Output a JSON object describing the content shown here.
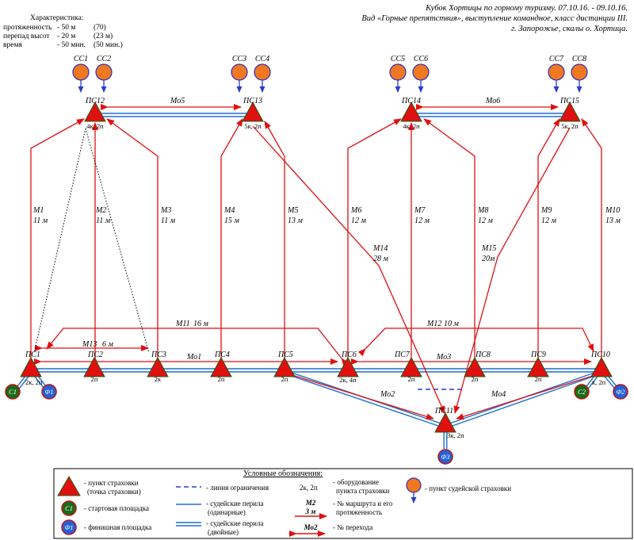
{
  "header": {
    "line1": "Кубок Хортицы по горному туризму. 07.10.16. - 09.10.16.",
    "line2": "Вид «Горные препятствия», выступление командное, класс дистанции III.",
    "line3": "г. Запорожье, скалы о. Хортица."
  },
  "characteristics": {
    "title": "Характеристика:",
    "rows": [
      {
        "name": "протяженность",
        "value": "- 50 м",
        "extra": "(70)"
      },
      {
        "name": "перепад высот",
        "value": "- 20 м",
        "extra": "(23 м)"
      },
      {
        "name": "время",
        "value": "- 50 мин.",
        "extra": "(50 мин.)"
      }
    ]
  },
  "judges": [
    "СС1",
    "СС2",
    "СС3",
    "СС4",
    "СС5",
    "СС6",
    "СС7",
    "СС8"
  ],
  "points": [
    {
      "id": "PS12",
      "label": "ПС12",
      "equip": "4к, 2п"
    },
    {
      "id": "PS13",
      "label": "ПС13",
      "equip": "5к, 2п"
    },
    {
      "id": "PS14",
      "label": "ПС14",
      "equip": "4к, 2п"
    },
    {
      "id": "PS15",
      "label": "ПС15",
      "equip": "5к, 2п"
    },
    {
      "id": "PS1",
      "label": "ПС1",
      "equip": "2к, 2п"
    },
    {
      "id": "PS2",
      "label": "ПС2",
      "equip": "2п"
    },
    {
      "id": "PS3",
      "label": "ПС3",
      "equip": "2к"
    },
    {
      "id": "PS4",
      "label": "ПС4",
      "equip": "2п"
    },
    {
      "id": "PS5",
      "label": "ПС5",
      "equip": "2п"
    },
    {
      "id": "PS6",
      "label": "ПС6",
      "equip": "2к, 4п"
    },
    {
      "id": "PS7",
      "label": "ПС7",
      "equip": "2п"
    },
    {
      "id": "PS8",
      "label": "ПС8",
      "equip": "2п"
    },
    {
      "id": "PS9",
      "label": "ПС9",
      "equip": "2п"
    },
    {
      "id": "PS10",
      "label": "ПС10",
      "equip": "к, 2п"
    },
    {
      "id": "PS11",
      "label": "ПС11",
      "equip": "3к, 2п"
    }
  ],
  "start_sites": [
    "С1",
    "С2"
  ],
  "finish_sites": [
    "Ф1",
    "Ф2",
    "Ф3"
  ],
  "routes": [
    {
      "name": "М1",
      "length": "11 м"
    },
    {
      "name": "М2",
      "length": "11 м"
    },
    {
      "name": "М3",
      "length": "11 м"
    },
    {
      "name": "М4",
      "length": "15 м"
    },
    {
      "name": "М5",
      "length": "13 м"
    },
    {
      "name": "М6",
      "length": "12 м"
    },
    {
      "name": "М7",
      "length": "12 м"
    },
    {
      "name": "М8",
      "length": "12 м"
    },
    {
      "name": "М9",
      "length": "12 м"
    },
    {
      "name": "М10",
      "length": "13 м"
    },
    {
      "name": "М14",
      "length": "28 м"
    },
    {
      "name": "М15",
      "length": "20м"
    },
    {
      "name": "М11",
      "length": "16 м"
    },
    {
      "name": "М12",
      "length": "10 м"
    },
    {
      "name": "М13",
      "length": "6 м"
    }
  ],
  "transitions": [
    "Мо1",
    "Мо2",
    "Мо3",
    "Мо4",
    "Мо5",
    "Мо6"
  ],
  "legend": {
    "title": "Условные обозначения:",
    "point": "- пункт страховки",
    "point2": "(точка страховки)",
    "start": "- стартовая площадка",
    "start_icon": "С1",
    "finish": "- финишная площадка",
    "finish_icon": "Ф1",
    "limit": "- линия ограничения",
    "single1": "- судейские перила",
    "single2": "(одинарные)",
    "double1": "- судейские перила",
    "double2": "(двойные)",
    "equip_sample": "2к, 2п",
    "equip1": "- оборудование",
    "equip2": "пункта страховки",
    "route_sample_name": "М2",
    "route_sample_len": "3 м",
    "route1": "- № маршрута и его",
    "route2": "протяженность",
    "trans_sample": "Мо2",
    "trans": "- № перехода",
    "judge": "- пункт судейской страховки"
  },
  "colors": {
    "triangle": "#e01010",
    "route_line": "#e01010",
    "rail": "#1e6fd0",
    "start_fill": "#1a6a1a",
    "finish_fill": "#2462d8",
    "judge_fill": "#f07820",
    "judge_ring": "#3030c0"
  }
}
